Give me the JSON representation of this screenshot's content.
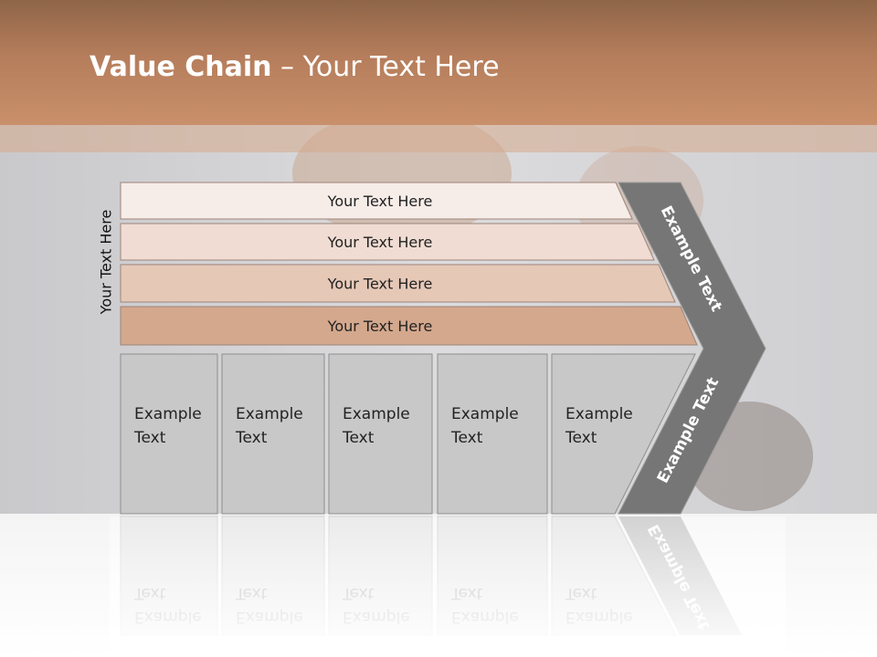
{
  "title": {
    "bold": "Value Chain",
    "rest": " – Your Text Here"
  },
  "side_label": "Your Text Here",
  "rows": [
    {
      "label": "Your Text Here",
      "color": "#f6ece8"
    },
    {
      "label": "Your Text Here",
      "color": "#f0dcd2"
    },
    {
      "label": "Your Text Here",
      "color": "#e6c8b7"
    },
    {
      "label": "Your Text Here",
      "color": "#d4a88d"
    }
  ],
  "boxes": [
    {
      "line1": "Example",
      "line2": "Text"
    },
    {
      "line1": "Example",
      "line2": "Text"
    },
    {
      "line1": "Example",
      "line2": "Text"
    },
    {
      "line1": "Example",
      "line2": "Text"
    },
    {
      "line1": "Example",
      "line2": "Text"
    }
  ],
  "chevron": {
    "upper": "Example Text",
    "lower": "Example Text",
    "color": "#767676"
  },
  "colors": {
    "header": "#c9906b",
    "box": "#c8c8c8"
  }
}
